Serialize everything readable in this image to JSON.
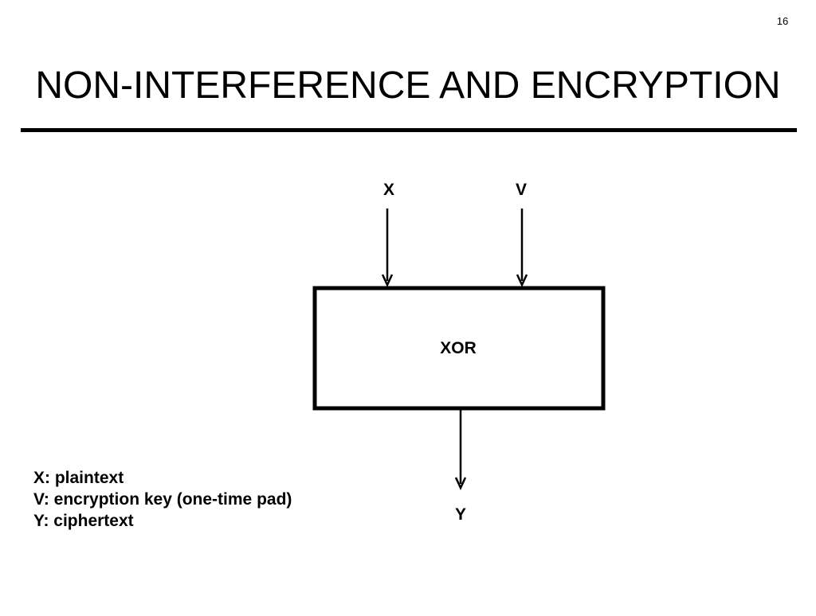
{
  "slide": {
    "page_number": "16",
    "title": "NON-INTERFERENCE AND ENCRYPTION"
  },
  "diagram": {
    "inputs": [
      "X",
      "V"
    ],
    "operation": "XOR",
    "output": "Y"
  },
  "legend": [
    "X: plaintext",
    "V: encryption key (one-time pad)",
    "Y: ciphertext"
  ]
}
